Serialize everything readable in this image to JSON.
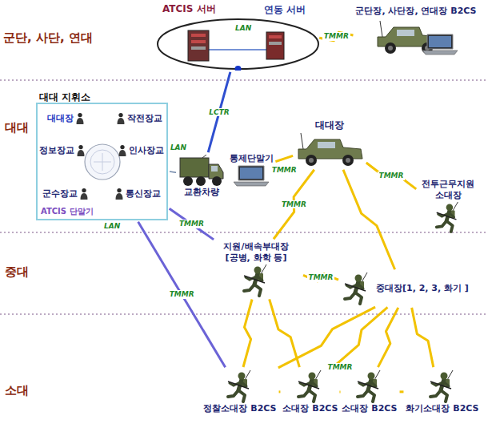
{
  "diagram": {
    "nodes": [
      {
        "text": [
          "ATCIS 서버"
        ]
      },
      {
        "text": [
          "군단장, 사단장, 연대장 B2CS"
        ]
      },
      {
        "text": [
          "대대 지휘소",
          "ATCIS 단말기"
        ]
      },
      {
        "text": [
          "대대장"
        ],
        "in": 2
      },
      {
        "text": [
          "작전장교"
        ],
        "in": 2
      },
      {
        "text": [
          "정보장교"
        ],
        "in": 2
      },
      {
        "text": [
          "인사장교"
        ],
        "in": 2
      },
      {
        "text": [
          "군수장교"
        ],
        "in": 2
      },
      {
        "text": [
          "통신장교"
        ],
        "in": 2
      },
      {
        "text": [
          "교환차량"
        ]
      },
      {
        "text": [
          "통제단말기"
        ]
      },
      {
        "text": [
          "대대장"
        ]
      },
      {
        "text": [
          "전투근무지원 소대장"
        ]
      },
      {
        "text": [
          "지원/배속부대장 [공병, 화학 등]"
        ]
      },
      {
        "text": [
          "중대장[1, 2, 3, 화기 ]"
        ]
      },
      {
        "text": [
          "정찰소대장 B2CS"
        ]
      },
      {
        "text": [
          "소대장 B2CS"
        ]
      },
      {
        "text": [
          "소대장 B2CS"
        ]
      },
      {
        "text": [
          "화기소대장 B2CS"
        ]
      }
    ],
    "edges": [
      {
        "from": 0,
        "to": 1,
        "arrow": "none",
        "label": "TMMR"
      },
      {
        "from": 0,
        "to": 9,
        "arrow": "none",
        "label": "LCTR"
      },
      {
        "from": 2,
        "to": 9,
        "arrow": "none",
        "label": "LAN"
      },
      {
        "from": 10,
        "to": 11,
        "arrow": "none",
        "label": "TMMR"
      },
      {
        "from": 11,
        "to": 12,
        "arrow": "none",
        "label": "TMMR"
      },
      {
        "from": 11,
        "to": 13,
        "arrow": "none",
        "label": "TMMR"
      },
      {
        "from": 11,
        "to": 14,
        "arrow": "none"
      },
      {
        "from": 13,
        "to": 14,
        "arrow": "none",
        "label": "TMMR"
      },
      {
        "from": 2,
        "to": 13,
        "arrow": "none",
        "label": "TMMR"
      },
      {
        "from": 2,
        "to": 15,
        "arrow": "none",
        "label": "TMMR"
      },
      {
        "from": 13,
        "to": 15,
        "arrow": "none"
      },
      {
        "from": 13,
        "to": 16,
        "arrow": "none"
      },
      {
        "from": 14,
        "to": 15,
        "arrow": "none"
      },
      {
        "from": 14,
        "to": 16,
        "arrow": "none"
      },
      {
        "from": 14,
        "to": 17,
        "arrow": "none"
      },
      {
        "from": 14,
        "to": 18,
        "arrow": "none"
      },
      {
        "from": 15,
        "to": 16,
        "arrow": "none"
      },
      {
        "from": 16,
        "to": 17,
        "arrow": "none",
        "label": "TMMR"
      },
      {
        "from": 17,
        "to": 18,
        "arrow": "none"
      }
    ],
    "labels": [
      "군단, 사단, 연대",
      "대대",
      "중대",
      "소대",
      "연동 서버",
      "LAN",
      "LAN"
    ]
  }
}
